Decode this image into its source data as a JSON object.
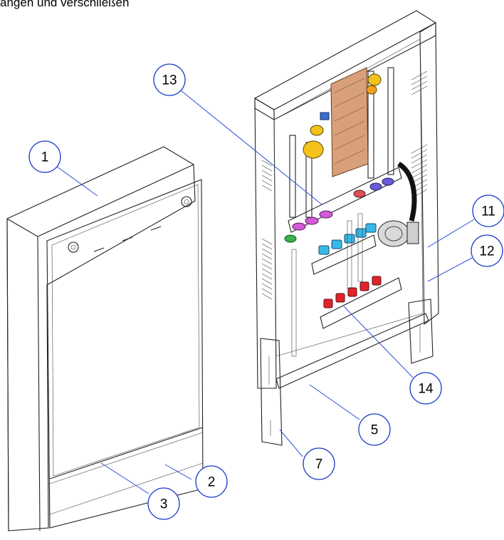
{
  "caption": "angen und verschließen",
  "callouts": [
    "1",
    "2",
    "3",
    "5",
    "7",
    "11",
    "12",
    "13",
    "14"
  ]
}
